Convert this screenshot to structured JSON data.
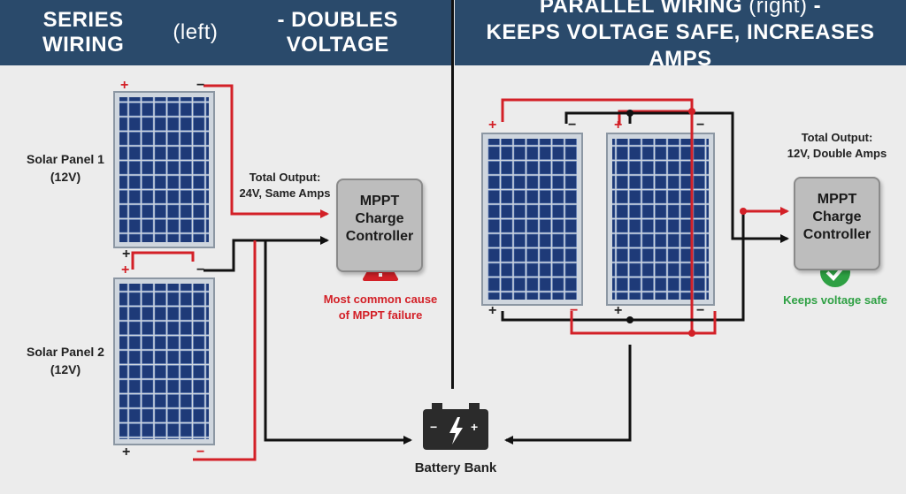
{
  "header": {
    "left": {
      "title": "SERIES WIRING",
      "paren": "(left)",
      "suffix": "- DOUBLES VOLTAGE"
    },
    "right": {
      "line1_title": "PARALLEL WIRING",
      "line1_paren": "(right)",
      "line1_suffix": "-",
      "line2": "KEEPS VOLTAGE SAFE, INCREASES AMPS"
    }
  },
  "series": {
    "panel1": {
      "name": "Solar Panel 1",
      "volts": "(12V)"
    },
    "panel2": {
      "name": "Solar Panel 2",
      "volts": "(12V)"
    },
    "output_line1": "Total Output:",
    "output_line2": "24V, Same Amps",
    "controller": [
      "MPPT",
      "Charge",
      "Controller"
    ],
    "warning_line1": "Most common cause",
    "warning_line2": "of MPPT failure"
  },
  "parallel": {
    "output_line1": "Total Output:",
    "output_line2": "12V, Double Amps",
    "controller": [
      "MPPT",
      "Charge",
      "Controller"
    ],
    "status": "Keeps voltage safe"
  },
  "battery": {
    "label": "Battery Bank",
    "plus": "+",
    "minus": "−"
  },
  "symbols": {
    "plus": "+",
    "minus": "−"
  },
  "colors": {
    "header": "#2a4a6b",
    "positive": "#d32027",
    "negative": "#111111",
    "ok": "#2ea043",
    "panel": "#1e3a78"
  }
}
